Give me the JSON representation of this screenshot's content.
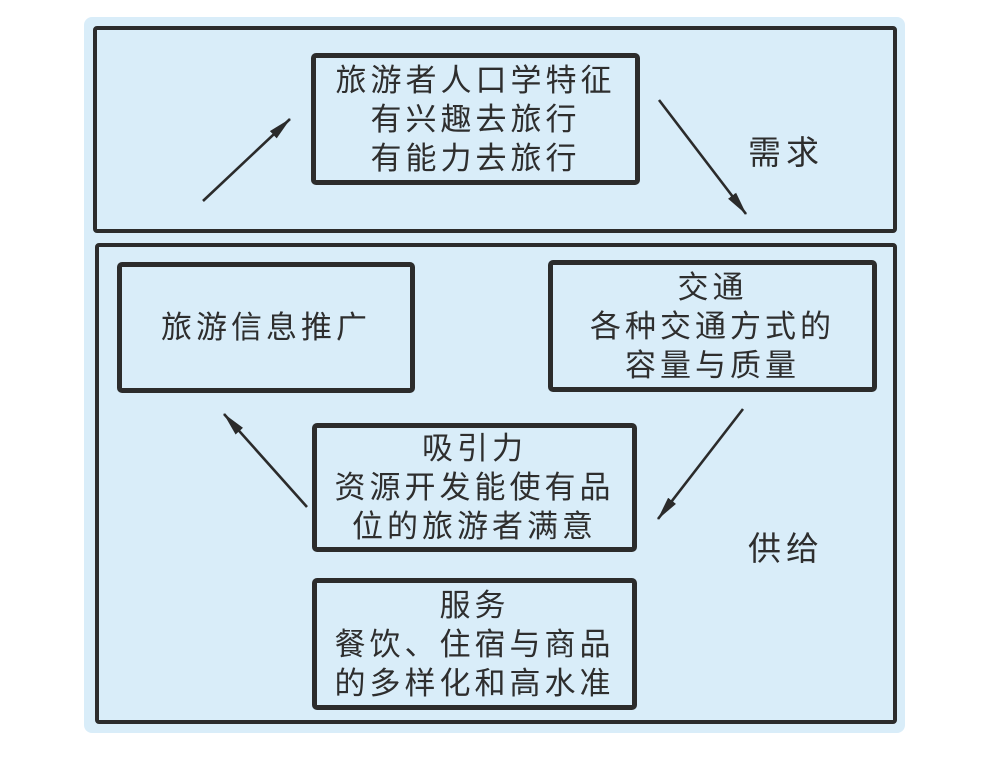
{
  "demand": {
    "label": "需求",
    "box": {
      "lines": [
        "旅游者人口学特征",
        "有兴趣去旅行",
        "有能力去旅行"
      ]
    }
  },
  "supply": {
    "label": "供给",
    "boxes": {
      "promotion": {
        "lines": [
          "旅游信息推广"
        ]
      },
      "transport": {
        "lines": [
          "交通",
          "各种交通方式的",
          "容量与质量"
        ]
      },
      "attraction": {
        "lines": [
          "吸引力",
          "资源开发能使有品",
          "位的旅游者满意"
        ]
      },
      "service": {
        "lines": [
          "服务",
          "餐饮、住宿与商品",
          "的多样化和高水准"
        ]
      }
    }
  },
  "colors": {
    "page_background": "#ffffff",
    "panel_fill": "#d9edf9",
    "border": "#2c2c2c",
    "text": "#2e2e2e",
    "arrow": "#2b2b2b"
  }
}
